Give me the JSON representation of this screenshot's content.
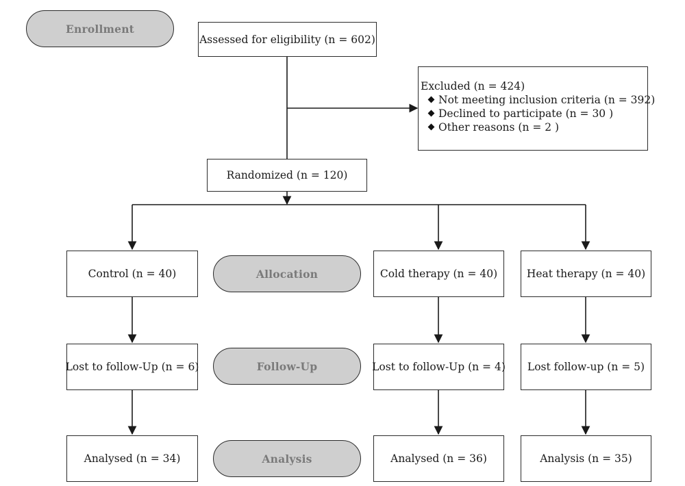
{
  "stages": {
    "enrollment": "Enrollment",
    "allocation": "Allocation",
    "follow_up": "Follow-Up",
    "analysis": "Analysis"
  },
  "assessed": "Assessed for eligibility (n = 602)",
  "excluded": {
    "title": "Excluded (n = 424)",
    "reasons": [
      "Not meeting inclusion criteria (n = 392)",
      "Declined to participate (n = 30 )",
      "Other reasons (n = 2 )"
    ]
  },
  "randomized": "Randomized (n = 120)",
  "arms": [
    {
      "allocated": "Control (n = 40)",
      "lost": "Lost to follow-Up (n = 6)",
      "analysed": "Analysed (n = 34)"
    },
    {
      "allocated": "Cold therapy (n = 40)",
      "lost": "Lost to follow-Up (n = 4)",
      "analysed": "Analysed (n = 36)"
    },
    {
      "allocated": "Heat therapy (n = 40)",
      "lost": "Lost follow-up (n = 5)",
      "analysed": "Analysis (n = 35)"
    }
  ]
}
